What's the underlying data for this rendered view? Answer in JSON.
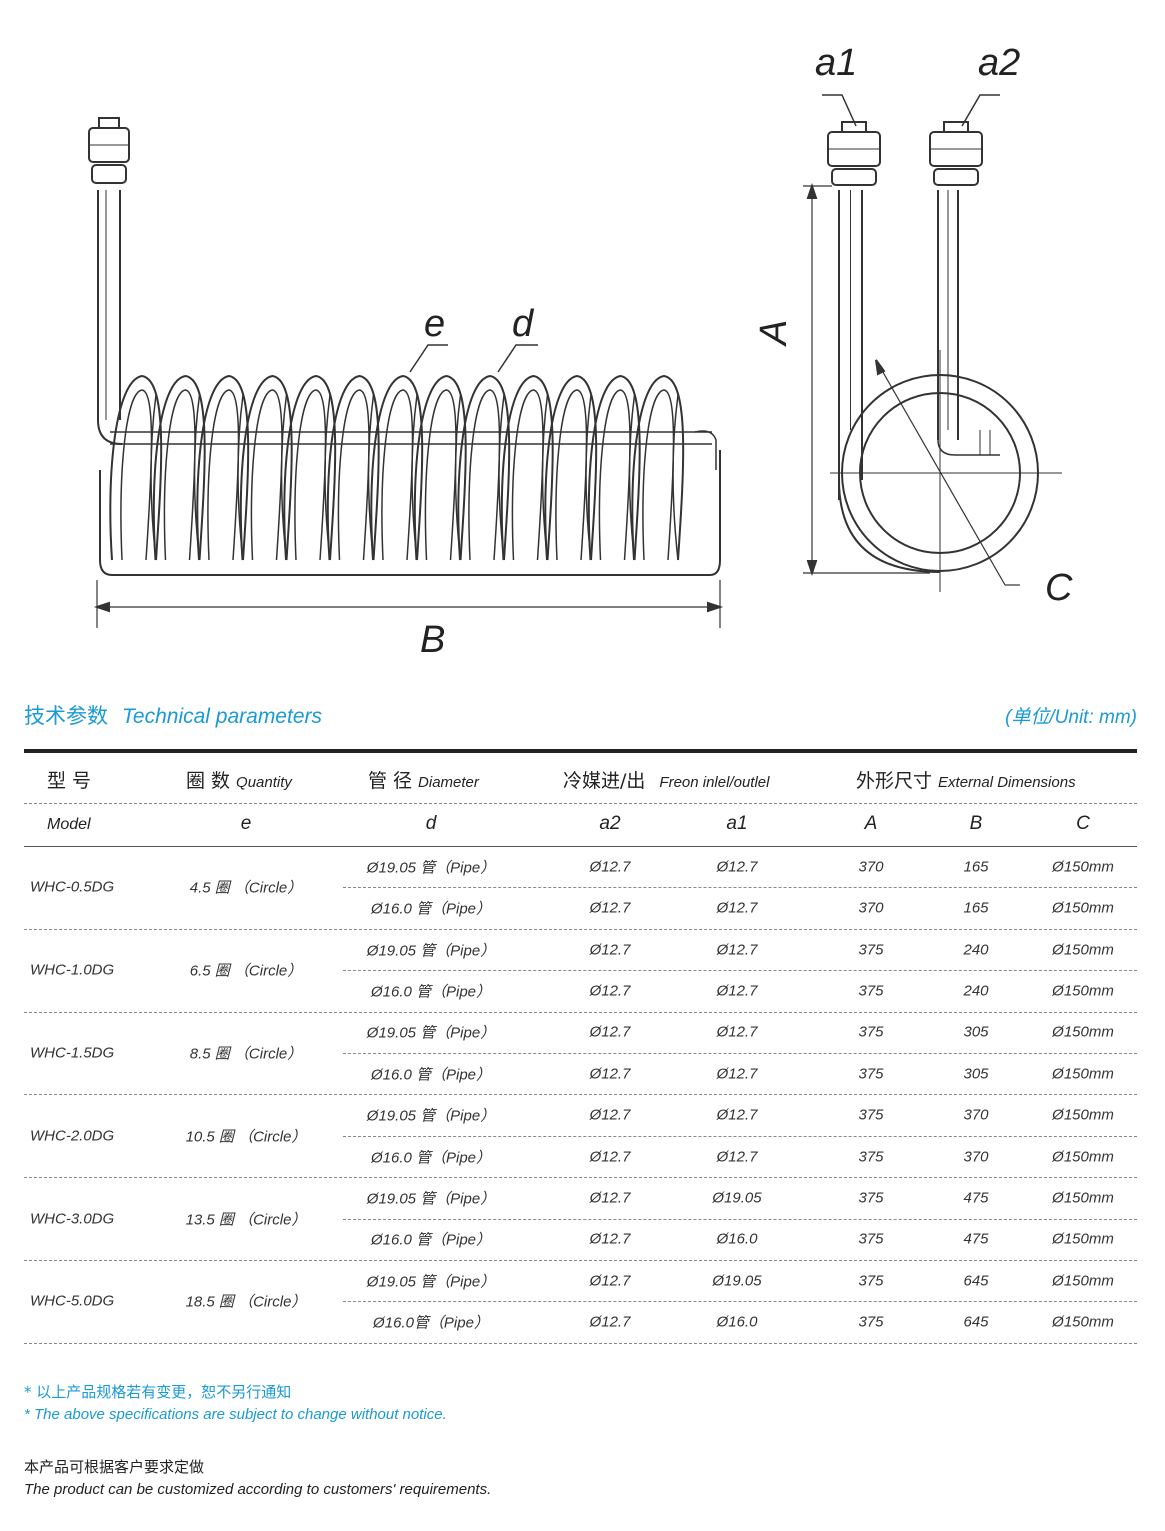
{
  "drawing": {
    "labels": {
      "a1": "a1",
      "a2": "a2",
      "e": "e",
      "d": "d",
      "A": "A",
      "B": "B",
      "C": "C"
    }
  },
  "section": {
    "title_cn": "技术参数",
    "title_en": "Technical parameters",
    "unit": "(单位/Unit: mm)"
  },
  "table": {
    "header": {
      "model_cn": "型 号",
      "quantity_cn": "圈 数",
      "quantity_en": "Quantity",
      "diameter_cn": "管 径",
      "diameter_en": "Diameter",
      "freon_cn": "冷媒进/出",
      "freon_en": "Freon inlel/outlel",
      "ext_cn": "外形尺寸",
      "ext_en": "External Dimensions"
    },
    "subheader": {
      "model": "Model",
      "e": "e",
      "d": "d",
      "a2": "a2",
      "a1": "a1",
      "A": "A",
      "B": "B",
      "C": "C"
    },
    "groups": [
      {
        "model": "WHC-0.5DG",
        "quantity": "4.5 圈 （Circle）",
        "rows": [
          {
            "d": "Ø19.05 管（Pipe）",
            "a2": "Ø12.7",
            "a1": "Ø12.7",
            "A": "370",
            "B": "165",
            "C": "Ø150mm"
          },
          {
            "d": "Ø16.0 管（Pipe）",
            "a2": "Ø12.7",
            "a1": "Ø12.7",
            "A": "370",
            "B": "165",
            "C": "Ø150mm"
          }
        ]
      },
      {
        "model": "WHC-1.0DG",
        "quantity": "6.5 圈 （Circle）",
        "rows": [
          {
            "d": "Ø19.05 管（Pipe）",
            "a2": "Ø12.7",
            "a1": "Ø12.7",
            "A": "375",
            "B": "240",
            "C": "Ø150mm"
          },
          {
            "d": "Ø16.0 管（Pipe）",
            "a2": "Ø12.7",
            "a1": "Ø12.7",
            "A": "375",
            "B": "240",
            "C": "Ø150mm"
          }
        ]
      },
      {
        "model": "WHC-1.5DG",
        "quantity": "8.5 圈 （Circle）",
        "rows": [
          {
            "d": "Ø19.05 管（Pipe）",
            "a2": "Ø12.7",
            "a1": "Ø12.7",
            "A": "375",
            "B": "305",
            "C": "Ø150mm"
          },
          {
            "d": "Ø16.0 管（Pipe）",
            "a2": "Ø12.7",
            "a1": "Ø12.7",
            "A": "375",
            "B": "305",
            "C": "Ø150mm"
          }
        ]
      },
      {
        "model": "WHC-2.0DG",
        "quantity": "10.5 圈 （Circle）",
        "rows": [
          {
            "d": "Ø19.05 管（Pipe）",
            "a2": "Ø12.7",
            "a1": "Ø12.7",
            "A": "375",
            "B": "370",
            "C": "Ø150mm"
          },
          {
            "d": "Ø16.0 管（Pipe）",
            "a2": "Ø12.7",
            "a1": "Ø12.7",
            "A": "375",
            "B": "370",
            "C": "Ø150mm"
          }
        ]
      },
      {
        "model": "WHC-3.0DG",
        "quantity": "13.5 圈 （Circle）",
        "rows": [
          {
            "d": "Ø19.05 管（Pipe）",
            "a2": "Ø12.7",
            "a1": "Ø19.05",
            "A": "375",
            "B": "475",
            "C": "Ø150mm"
          },
          {
            "d": "Ø16.0 管（Pipe）",
            "a2": "Ø12.7",
            "a1": "Ø16.0",
            "A": "375",
            "B": "475",
            "C": "Ø150mm"
          }
        ]
      },
      {
        "model": "WHC-5.0DG",
        "quantity": "18.5 圈 （Circle）",
        "rows": [
          {
            "d": "Ø19.05 管（Pipe）",
            "a2": "Ø12.7",
            "a1": "Ø19.05",
            "A": "375",
            "B": "645",
            "C": "Ø150mm"
          },
          {
            "d": "Ø16.0管（Pipe）",
            "a2": "Ø12.7",
            "a1": "Ø16.0",
            "A": "375",
            "B": "645",
            "C": "Ø150mm"
          }
        ]
      }
    ]
  },
  "notes": {
    "change_cn": "* 以上产品规格若有变更，恕不另行通知",
    "change_en": "* The above specifications are subject to change without notice.",
    "custom_cn": "本产品可根据客户要求定做",
    "custom_en": "The product can be customized according to customers' requirements."
  },
  "colors": {
    "accent": "#1a9ad6",
    "text": "#222222"
  }
}
